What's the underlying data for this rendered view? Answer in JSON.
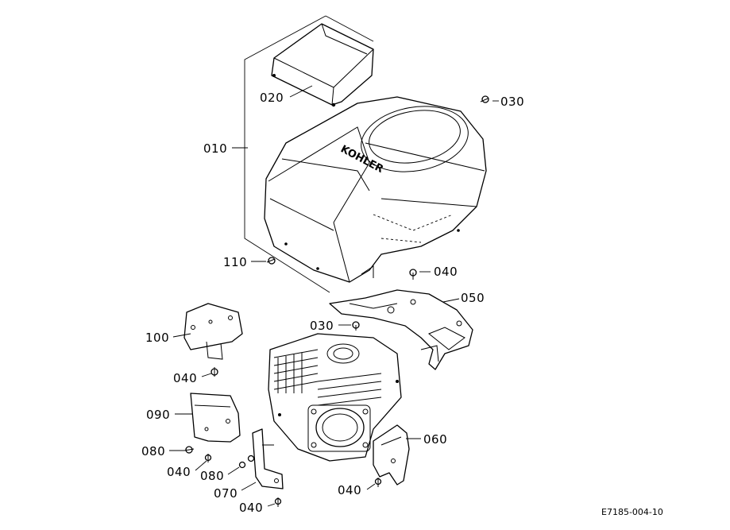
{
  "figure_ref": "E7185-004-10",
  "brand_text": "KOHLER",
  "callouts": {
    "c010": "010",
    "c020": "020",
    "c030_top": "030",
    "c110": "110",
    "c040_upper": "040",
    "c050": "050",
    "c030_mid": "030",
    "c100": "100",
    "c040_left": "040",
    "c090": "090",
    "c080_left": "080",
    "c040_lowleft": "040",
    "c080_mid": "080",
    "c070": "070",
    "c040_bottom": "040",
    "c060": "060",
    "c040_right": "040"
  }
}
